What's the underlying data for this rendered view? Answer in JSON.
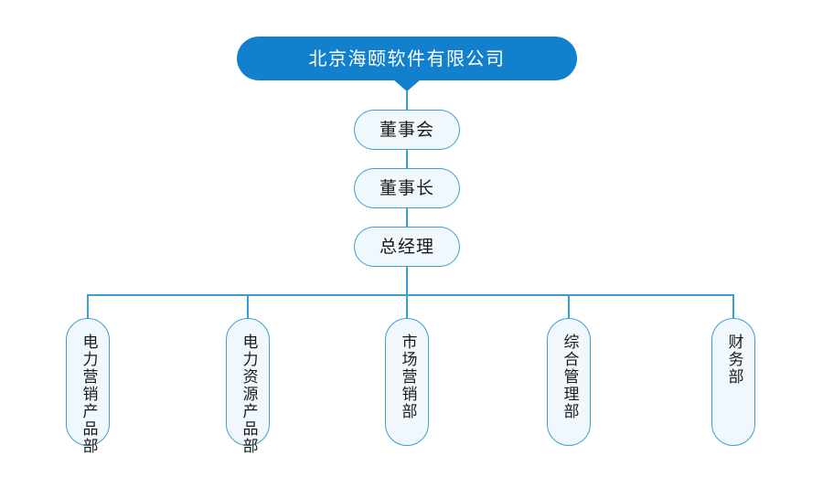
{
  "chart": {
    "type": "org-chart",
    "title": "北京海颐软件有限公司组织架构图",
    "colors": {
      "root_fill": "#1380ce",
      "root_text": "#ffffff",
      "node_fill": "#f1f8fd",
      "node_border": "#3a9ed2",
      "node_text": "#1a1a1a",
      "connector": "#3a9ed2",
      "background": "#ffffff"
    },
    "root": {
      "label": "北京海颐软件有限公司"
    },
    "chain": [
      {
        "label": "董事会"
      },
      {
        "label": "董事长"
      },
      {
        "label": "总经理"
      }
    ],
    "departments": [
      {
        "label": "电力营销产品部"
      },
      {
        "label": "电力资源产品部"
      },
      {
        "label": "市场营销部"
      },
      {
        "label": "综合管理部"
      },
      {
        "label": "财务部"
      }
    ]
  }
}
